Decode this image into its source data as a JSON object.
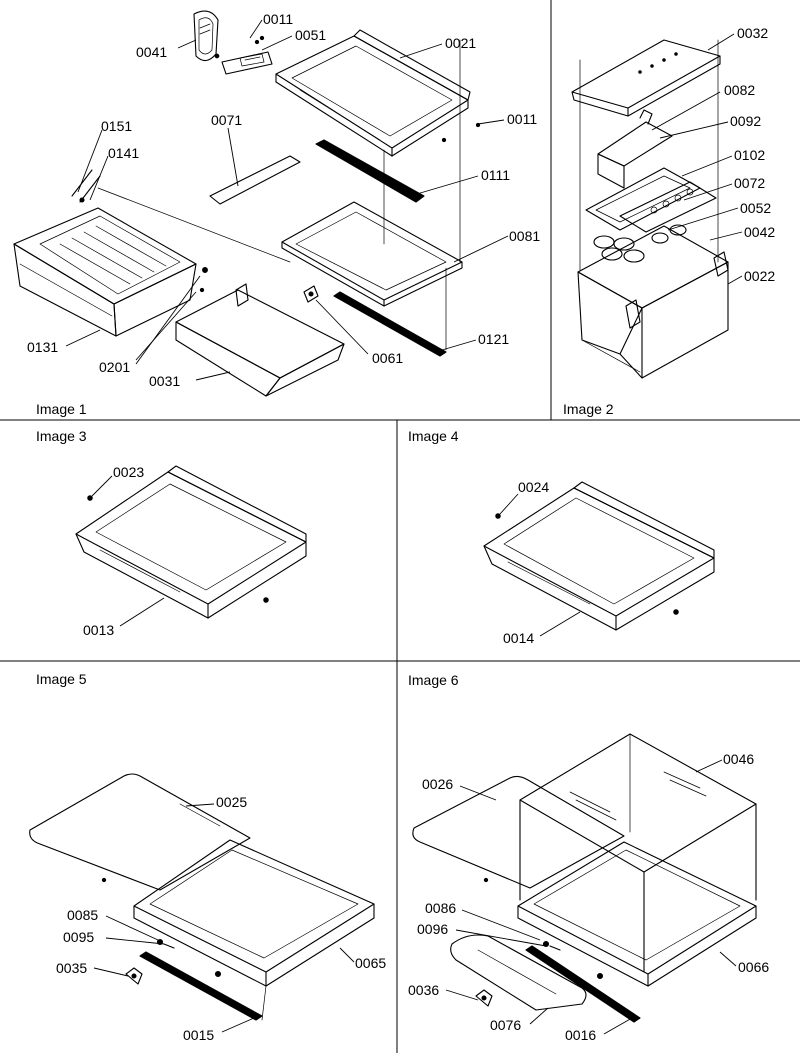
{
  "panels": [
    {
      "title": "Image 1",
      "callouts": [
        "0041",
        "0011",
        "0051",
        "0021",
        "0011",
        "0071",
        "0151",
        "0141",
        "0111",
        "0081",
        "0131",
        "0201",
        "0031",
        "0061",
        "0121"
      ]
    },
    {
      "title": "Image 2",
      "callouts": [
        "0032",
        "0082",
        "0092",
        "0102",
        "0072",
        "0052",
        "0042",
        "0022"
      ]
    },
    {
      "title": "Image 3",
      "callouts": [
        "0023",
        "0013"
      ]
    },
    {
      "title": "Image 4",
      "callouts": [
        "0024",
        "0014"
      ]
    },
    {
      "title": "Image 5",
      "callouts": [
        "0025",
        "0085",
        "0095",
        "0035",
        "0065",
        "0015"
      ]
    },
    {
      "title": "Image 6",
      "callouts": [
        "0046",
        "0026",
        "0086",
        "0096",
        "0036",
        "0066",
        "0076",
        "0016"
      ]
    }
  ]
}
